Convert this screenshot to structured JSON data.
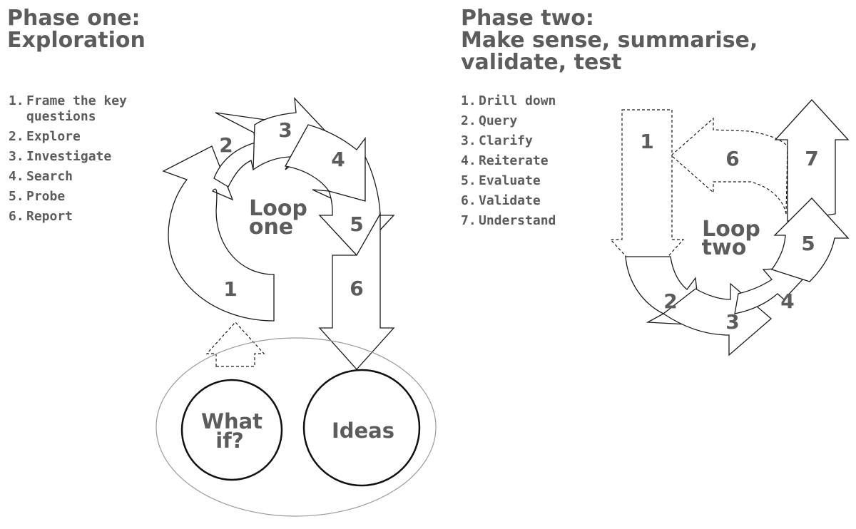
{
  "phase_one": {
    "title_lines": [
      "Phase one:",
      "Exploration"
    ],
    "steps": [
      {
        "num": "1.",
        "text": "Frame the key questions"
      },
      {
        "num": "2.",
        "text": "Explore"
      },
      {
        "num": "3.",
        "text": "Investigate"
      },
      {
        "num": "4.",
        "text": "Search"
      },
      {
        "num": "5.",
        "text": "Probe"
      },
      {
        "num": "6.",
        "text": "Report"
      }
    ],
    "loop_label": [
      "Loop",
      "one"
    ],
    "arrow_numbers": [
      "1",
      "2",
      "3",
      "4",
      "5",
      "6"
    ],
    "circles": {
      "what_if": [
        "What",
        "if?"
      ],
      "ideas": "Ideas"
    }
  },
  "phase_two": {
    "title_lines": [
      "Phase two:",
      "Make sense, summarise,",
      "validate, test"
    ],
    "steps": [
      {
        "num": "1.",
        "text": "Drill down"
      },
      {
        "num": "2.",
        "text": "Query"
      },
      {
        "num": "3.",
        "text": "Clarify"
      },
      {
        "num": "4.",
        "text": "Reiterate"
      },
      {
        "num": "5.",
        "text": "Evaluate"
      },
      {
        "num": "6.",
        "text": "Validate"
      },
      {
        "num": "7.",
        "text": "Understand"
      }
    ],
    "loop_label": [
      "Loop",
      "two"
    ],
    "arrow_numbers": [
      "1",
      "2",
      "3",
      "4",
      "5",
      "6",
      "7"
    ]
  },
  "colors": {
    "text": "#5c5c5c",
    "stroke": "#1a1a1a",
    "background": "#ffffff"
  }
}
